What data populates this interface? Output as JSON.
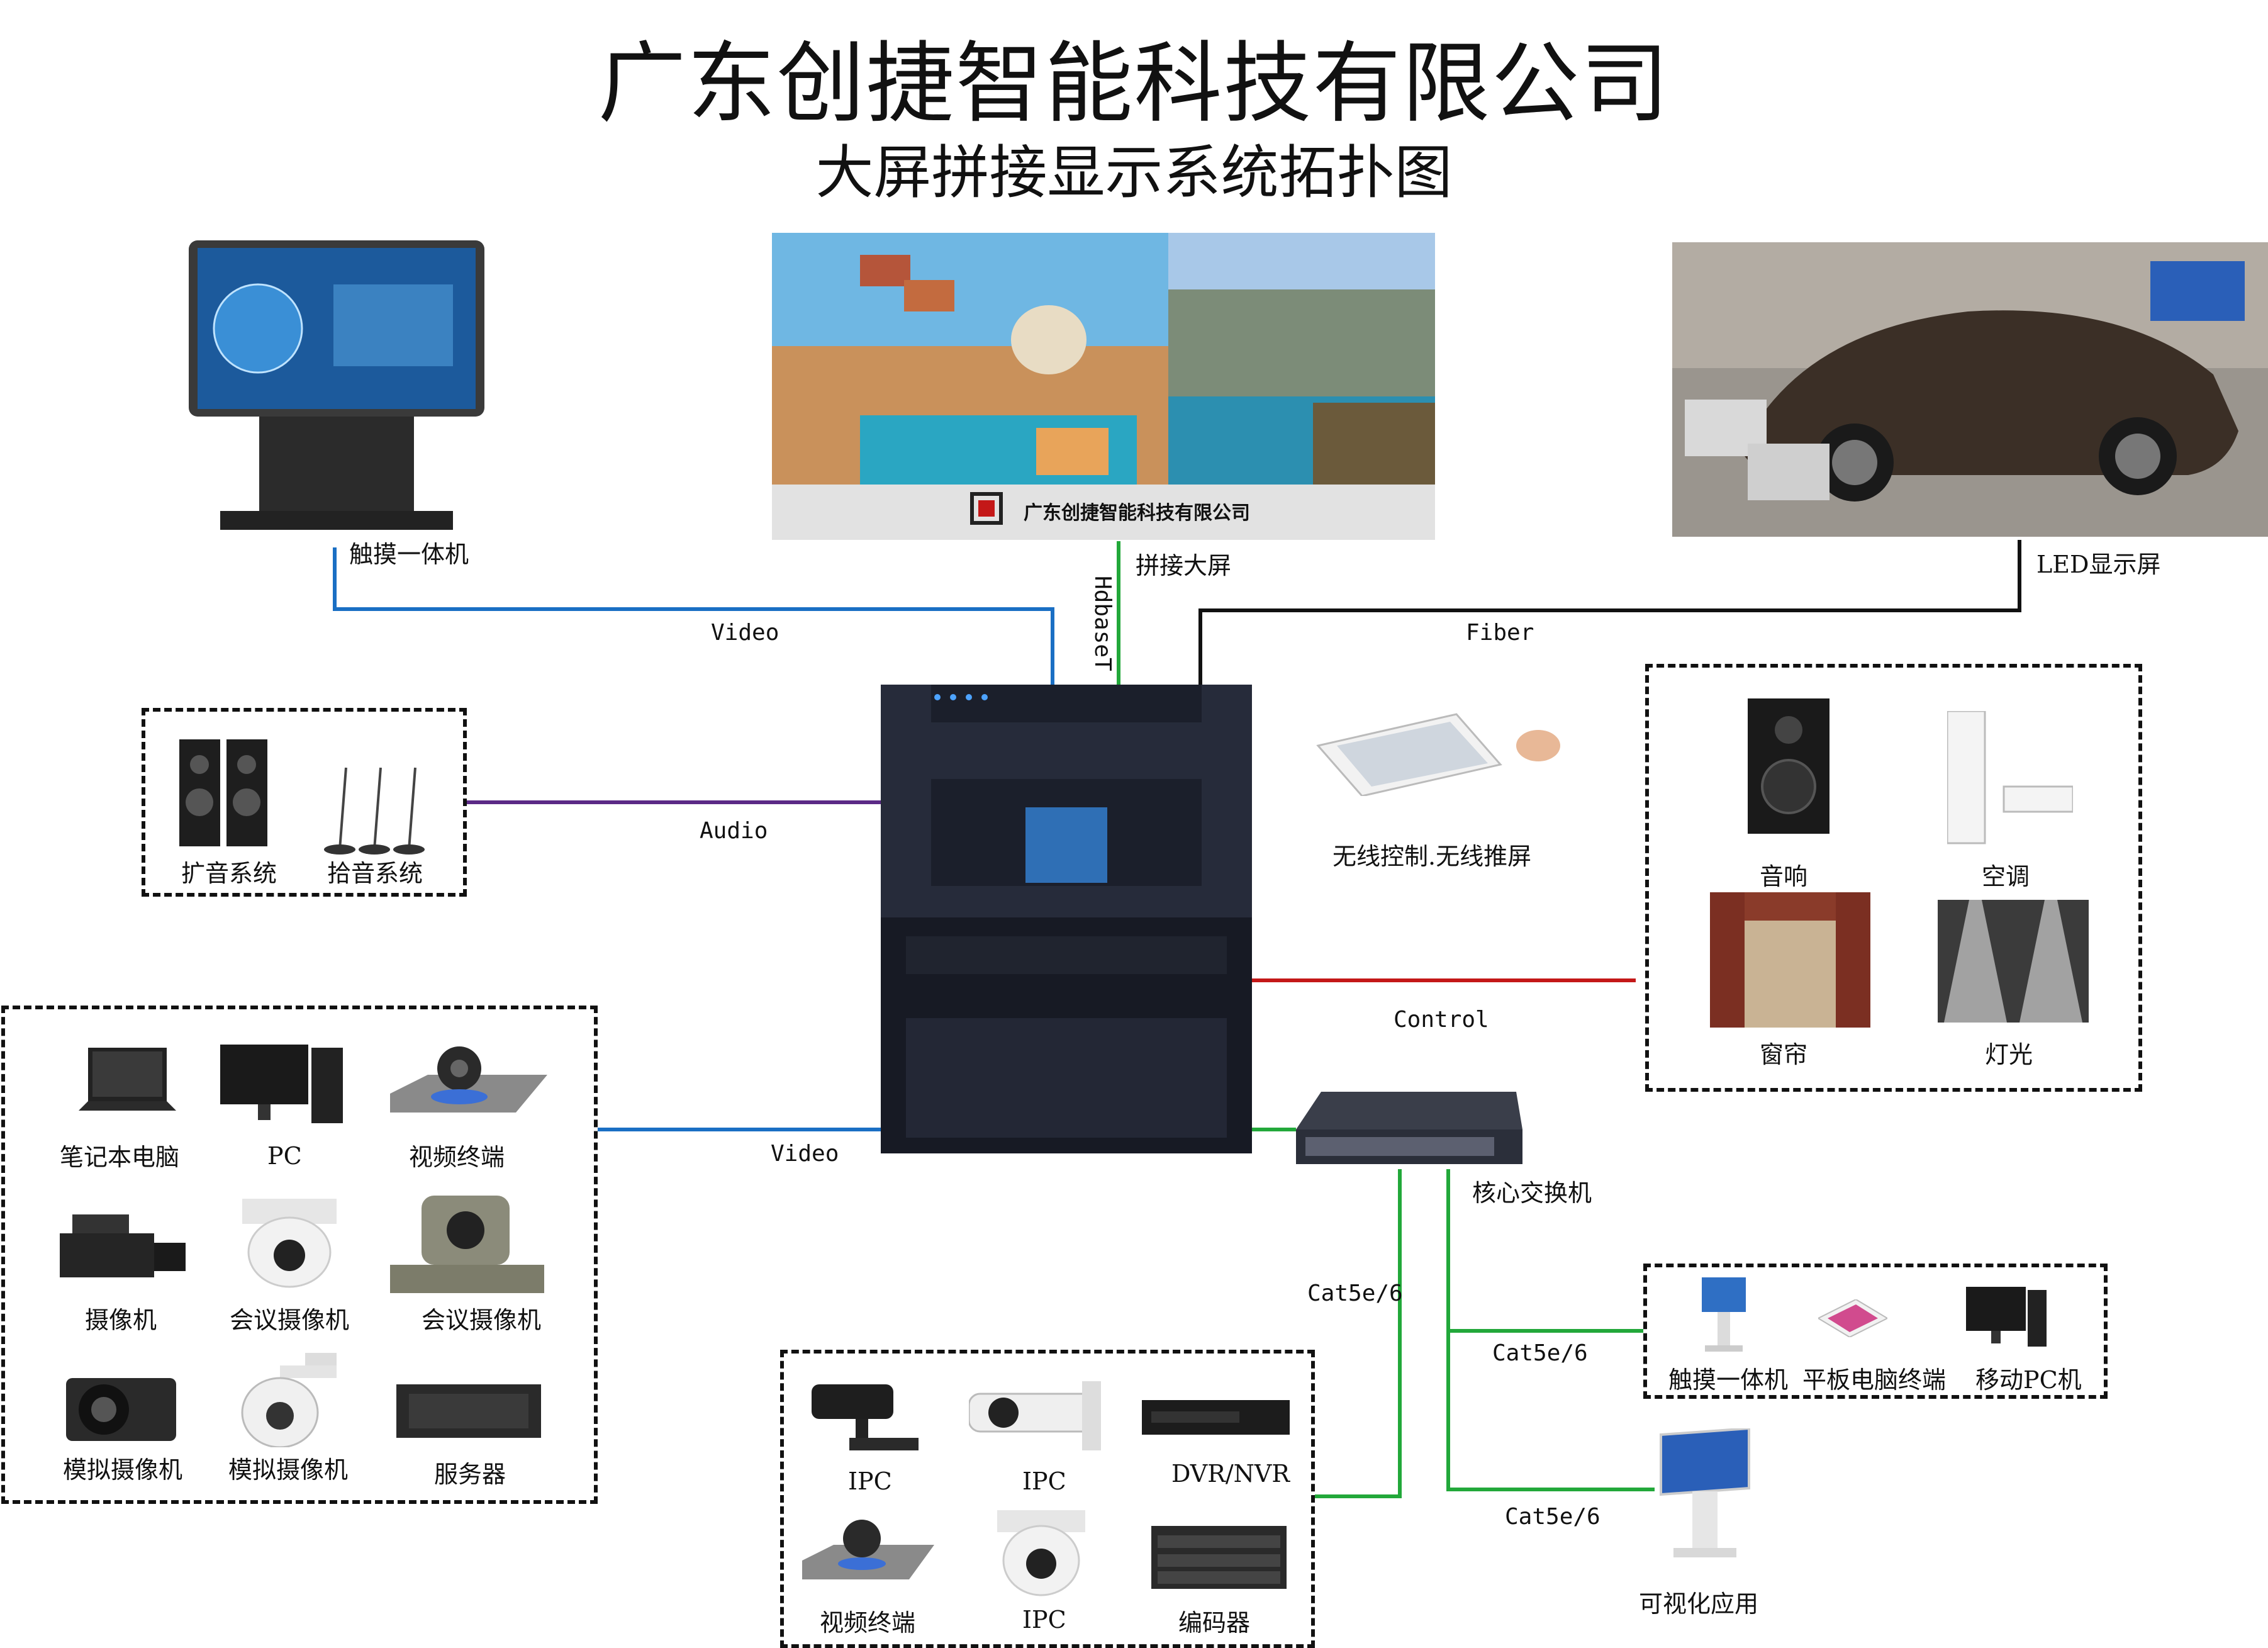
{
  "header": {
    "company": "广东创捷智能科技有限公司",
    "diagram_title": "大屏拼接显示系统拓扑图"
  },
  "colors": {
    "video_link": "#1a6fc4",
    "hdbaset_link": "#22a83a",
    "fiber_link": "#111111",
    "audio_link": "#5b2a86",
    "control_link": "#c41818",
    "lan_link": "#22a83a"
  },
  "top_devices": {
    "touch_kiosk": "触摸一体机",
    "video_wall": "拼接大屏",
    "video_wall_brand": "广东创捷智能科技有限公司",
    "led_screen": "LED显示屏"
  },
  "links": {
    "video_top": "Video",
    "hdbaset": "HdbaseT",
    "fiber": "Fiber",
    "audio": "Audio",
    "video_bottom": "Video",
    "control": "Control",
    "cat_down": "Cat5e/6",
    "cat_right1": "Cat5e/6",
    "cat_right2": "Cat5e/6"
  },
  "audio_group": [
    "扩音系统",
    "拾音系统"
  ],
  "wireless": "无线控制.无线推屏",
  "environment_group": [
    "音响",
    "空调",
    "窗帘",
    "灯光"
  ],
  "source_group": [
    "笔记本电脑",
    "PC",
    "视频终端",
    "摄像机",
    "会议摄像机",
    "会议摄像机",
    "模拟摄像机",
    "模拟摄像机",
    "服务器"
  ],
  "switch_label": "核心交换机",
  "ipc_group": [
    "IPC",
    "IPC",
    "DVR/NVR",
    "视频终端",
    "IPC",
    "编码器"
  ],
  "terminal_group": [
    "触摸一体机",
    "平板电脑终端",
    "移动PC机"
  ],
  "visual_app": "可视化应用"
}
